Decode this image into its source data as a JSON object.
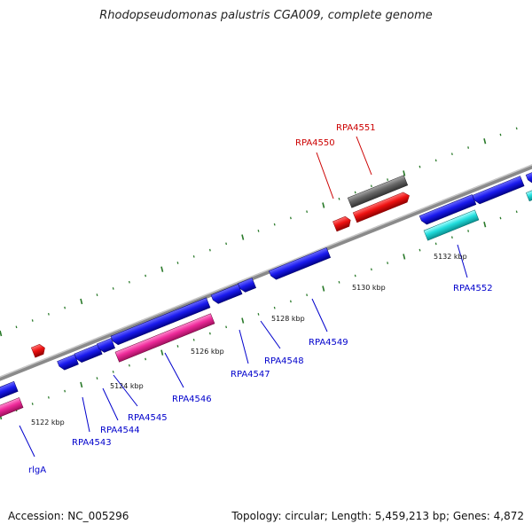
{
  "title": "Rhodopseudomonas palustris CGA009, complete genome",
  "footer": {
    "accession": "Accession: NC_005296",
    "stats": "Topology: circular; Length: 5,459,213 bp; Genes: 4,872"
  },
  "scale_labels": [
    {
      "key": "s5122",
      "text": "5122 kbp"
    },
    {
      "key": "s5124",
      "text": "5124 kbp"
    },
    {
      "key": "s5126",
      "text": "5126 kbp"
    },
    {
      "key": "s5128",
      "text": "5128 kbp"
    },
    {
      "key": "s5130",
      "text": "5130 kbp"
    },
    {
      "key": "s5132",
      "text": "5132 kbp"
    }
  ],
  "gene_labels": [
    {
      "key": "rlgA",
      "text": "rlgA",
      "color": "#0000cc"
    },
    {
      "key": "RPA4543",
      "text": "RPA4543",
      "color": "#0000cc"
    },
    {
      "key": "RPA4544",
      "text": "RPA4544",
      "color": "#0000cc"
    },
    {
      "key": "RPA4545",
      "text": "RPA4545",
      "color": "#0000cc"
    },
    {
      "key": "RPA4546",
      "text": "RPA4546",
      "color": "#0000cc"
    },
    {
      "key": "RPA4547",
      "text": "RPA4547",
      "color": "#0000cc"
    },
    {
      "key": "RPA4548",
      "text": "RPA4548",
      "color": "#0000cc"
    },
    {
      "key": "RPA4549",
      "text": "RPA4549",
      "color": "#0000cc"
    },
    {
      "key": "RPA4550",
      "text": "RPA4550",
      "color": "#cc0000"
    },
    {
      "key": "RPA4551",
      "text": "RPA4551",
      "color": "#cc0000"
    },
    {
      "key": "RPA4552",
      "text": "RPA4552",
      "color": "#0000cc"
    }
  ],
  "colors": {
    "gene_blue": "#1a1aee",
    "gene_pink": "#ee2a9a",
    "gene_red": "#ee1111",
    "gene_gray": "#666666",
    "gene_cyan": "#22dddd",
    "backbone": "#888888",
    "tick_green": "#2a7a2a"
  }
}
